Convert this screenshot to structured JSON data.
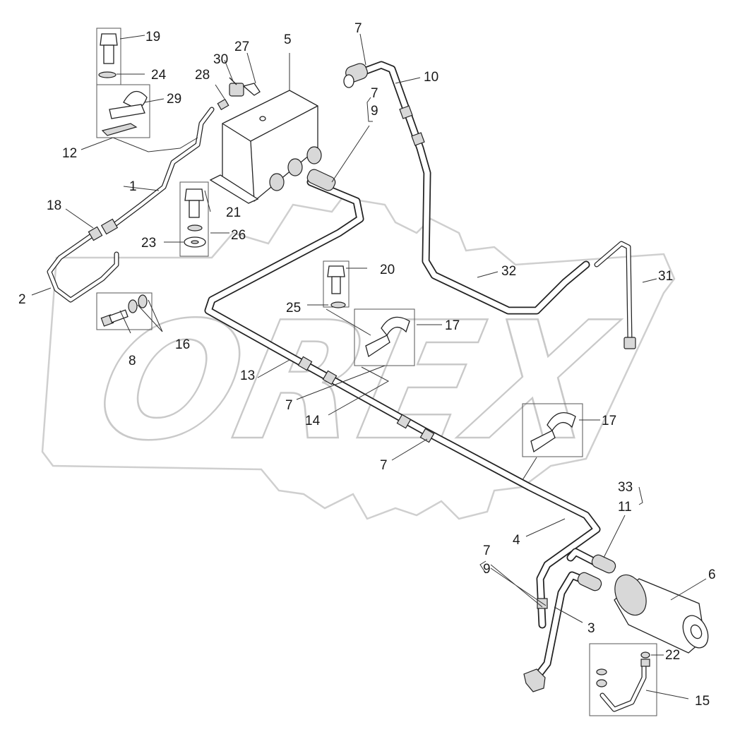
{
  "watermark": {
    "text": "OREX"
  },
  "callouts": {
    "c1": "1",
    "c2": "2",
    "c3": "3",
    "c4": "4",
    "c5": "5",
    "c6": "6",
    "c7_top": "7",
    "c7_top_b": "7",
    "c7_mid_a": "7",
    "c7_mid_b": "7",
    "c7_bot": "7",
    "c8": "8",
    "c9_top": "9",
    "c9_bot": "9",
    "c10": "10",
    "c11": "11",
    "c12": "12",
    "c13": "13",
    "c14": "14",
    "c15": "15",
    "c16": "16",
    "c17_a": "17",
    "c17_b": "17",
    "c18": "18",
    "c19": "19",
    "c20": "20",
    "c21": "21",
    "c22": "22",
    "c23": "23",
    "c24": "24",
    "c25": "25",
    "c26": "26",
    "c27": "27",
    "c28": "28",
    "c29": "29",
    "c30": "30",
    "c31": "31",
    "c32": "32",
    "c33": "33"
  }
}
